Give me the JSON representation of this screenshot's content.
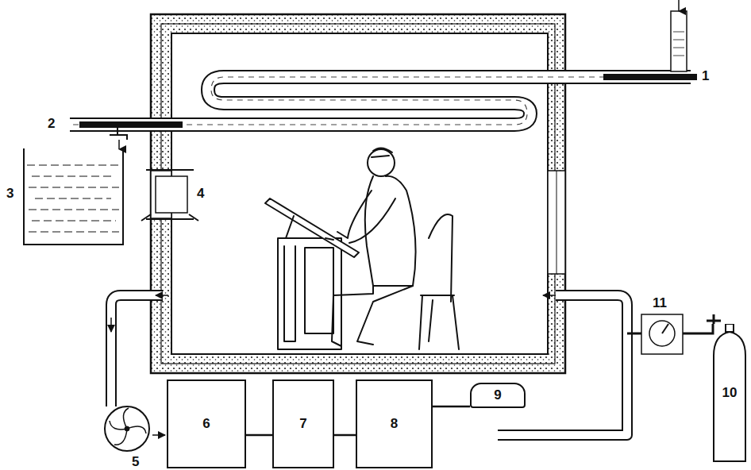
{
  "diagram": {
    "nodes": [
      {
        "text": [
          "6"
        ]
      },
      {
        "text": [
          "7"
        ]
      },
      {
        "text": [
          "8"
        ]
      },
      {
        "text": [
          "9"
        ]
      },
      {
        "text": [
          "10"
        ]
      }
    ],
    "edges": [
      {
        "from": 0,
        "to": 1,
        "arrow": "none"
      },
      {
        "from": 1,
        "to": 2,
        "arrow": "none"
      },
      {
        "from": 2,
        "to": 3,
        "arrow": "none"
      }
    ],
    "labels": [
      "1",
      "2",
      "3",
      "4",
      "5",
      "11"
    ]
  }
}
